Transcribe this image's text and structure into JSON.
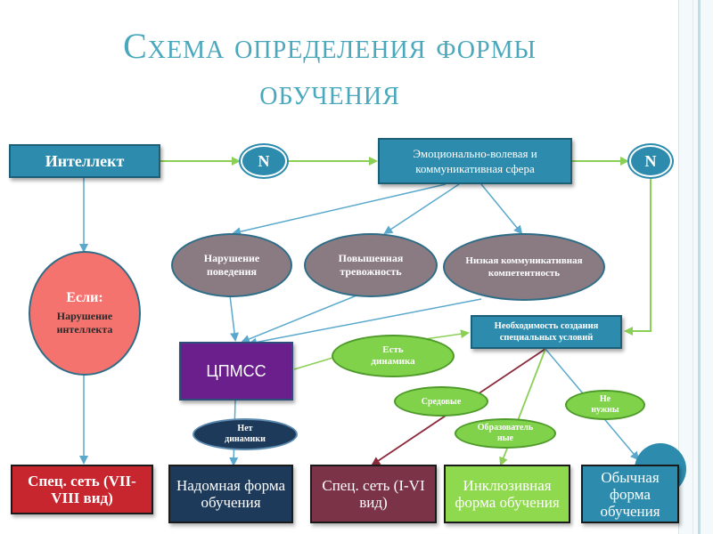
{
  "title_line1": "Схема определения формы",
  "title_line2": "обучения",
  "nodes": {
    "intellect": "Интеллект",
    "n1": "N",
    "emotional": "Эмоционально-волевая и коммуникативная  сфера",
    "n2": "N",
    "behavior": "Нарушение поведения",
    "anxiety": "Повышенная тревожность",
    "communicative": "Низкая коммуникативная компетентность",
    "if_label": "Если:",
    "if_text": "Нарушение интеллекта",
    "need_conditions": "Необходимость создания специальных условий",
    "tpmss": "ЦПМСС",
    "has_dynamics": "Есть динамика",
    "environmental": "Средовые",
    "not_needed": "Не нужны",
    "educational": "Образовательные",
    "no_dynamics": "Нет динамики"
  },
  "outcomes": {
    "spec_7_8": "Спец. сеть (VII-VIII вид)",
    "home": "Надомная форма обучения",
    "spec_1_6": "Спец. сеть (I-VI  вид)",
    "inclusive": "Инклюзивная форма обучения",
    "regular": "Обычная форма обучения"
  },
  "colors": {
    "title": "#4aa8bd",
    "teal": "#2d8cad",
    "arrow_blue": "#5aa9cc",
    "arrow_green": "#8bcf55",
    "arrow_red": "#8b2a3a",
    "grey_oval": "#8a7b82",
    "green_oval": "#7fd24a",
    "pink_oval": "#f4736e",
    "purple": "#6a1f8c",
    "navy": "#1d3a5a",
    "maroon": "#7a3347",
    "lime": "#8fd94e",
    "crimson": "#c8262e"
  }
}
